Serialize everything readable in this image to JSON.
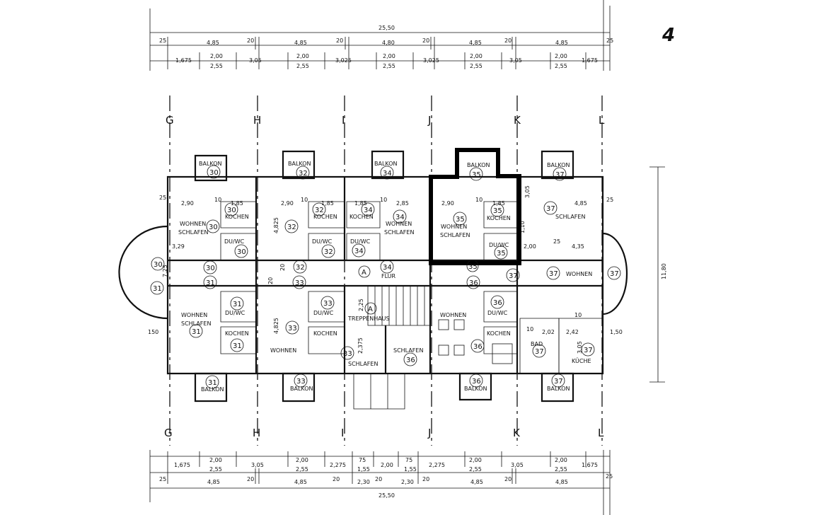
{
  "page_number": "4",
  "axes": [
    "G",
    "H",
    "I",
    "J",
    "K",
    "L"
  ],
  "top_dims": {
    "total": "25,50",
    "row1": [
      "25",
      "4,85",
      "20",
      "4,85",
      "20",
      "4,80",
      "20",
      "4,85",
      "20",
      "4,85",
      "25"
    ],
    "row2_a": [
      "1,675",
      "2,00",
      "3,05",
      "2,00",
      "3,025",
      "2,00",
      "3,025",
      "2,00",
      "3,05",
      "2,00",
      "1,675"
    ],
    "row2_b": [
      "2,55",
      "2,55",
      "2,55",
      "2,55",
      "2,55"
    ]
  },
  "bottom_dims": {
    "total": "25,50",
    "row1_a": [
      "1,675",
      "2,00",
      "3,05",
      "2,00",
      "2,275",
      "75",
      "2,00",
      "75",
      "2,275",
      "2,00",
      "3,05",
      "2,00",
      "1,675"
    ],
    "row1_b": [
      "2,55",
      "2,55",
      "1,55",
      "1,55",
      "2,55",
      "2,55"
    ],
    "row2": [
      "25",
      "4,85",
      "20",
      "4,85",
      "20",
      "2,30",
      "20",
      "2,30",
      "20",
      "4,85",
      "20",
      "4,85",
      "25"
    ]
  },
  "right_dim": "11,80",
  "inner_dims": {
    "d1": "2,90",
    "d2": "10",
    "d3": "1,85",
    "d4": "4,825",
    "d5": "3,29",
    "d6": "2,85",
    "d7": "1,10",
    "d8": "3,05",
    "d9": "4,85",
    "d10": "2,00",
    "d11": "4,35",
    "d12": "25",
    "d13": "2,25",
    "d14": "2,375",
    "d15": "1,50",
    "d16": "150",
    "d17": "20",
    "d18": "2,02",
    "d19": "2,42",
    "d20": "3,05",
    "d21": "1,10",
    "d22": "7,25"
  },
  "rooms": {
    "balkon": "BALKON",
    "kochen": "KOCHEN",
    "du_wc": "DU/WC",
    "wohnen_schlafen_1": "WOHNEN",
    "wohnen_schlafen_2": "SCHLAFEN",
    "wohnen": "WOHNEN",
    "schlafen": "SCHLAFEN",
    "flur": "FLUR",
    "treppenhaus": "TREPPENHAUS",
    "bad": "BAD",
    "kueche": "KÜCHE"
  },
  "unit_numbers": [
    "30",
    "31",
    "32",
    "33",
    "34",
    "35",
    "36",
    "37"
  ],
  "stair_label": "A"
}
